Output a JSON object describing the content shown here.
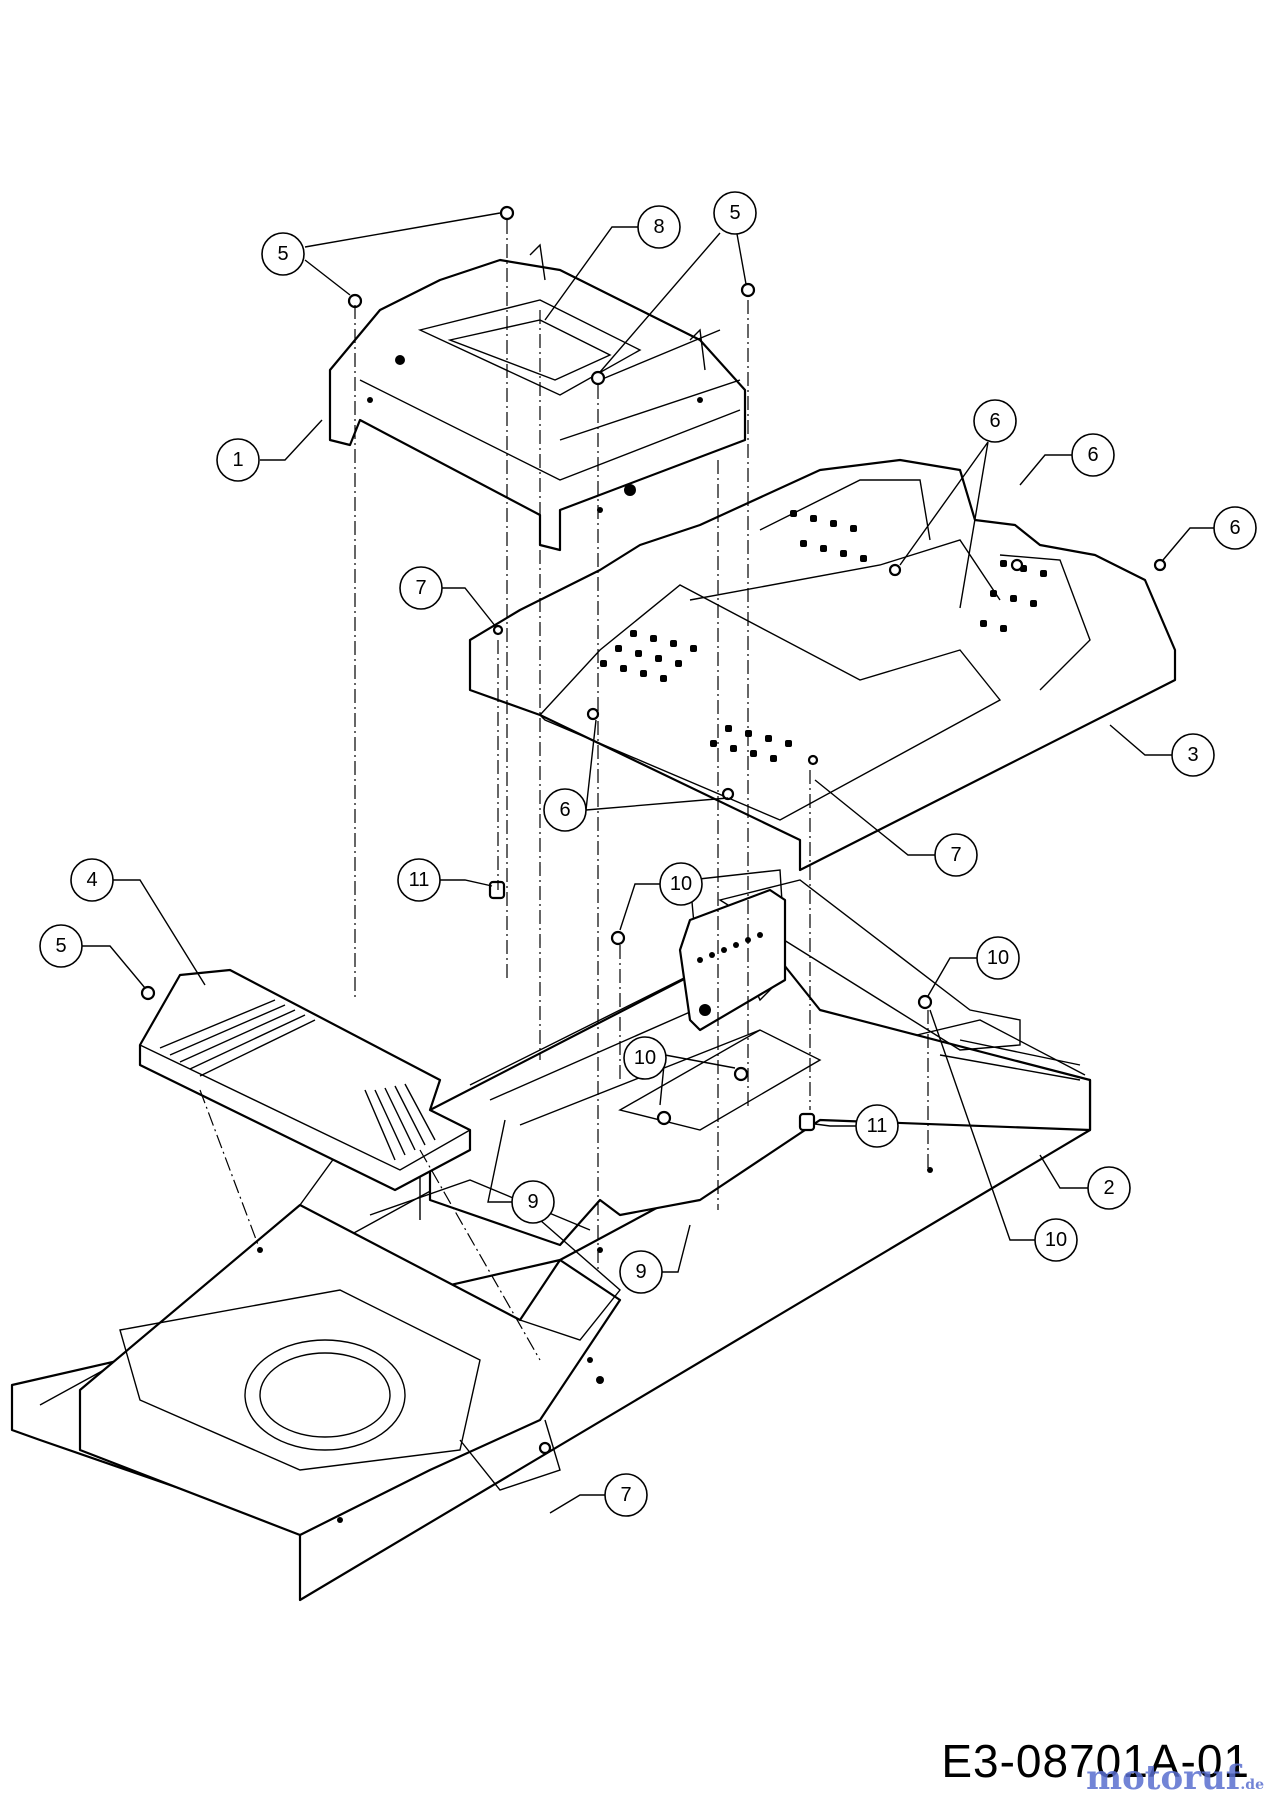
{
  "diagram_code": "E3-08701A-01",
  "watermark": {
    "text": "motoruf",
    "suffix": ".de"
  },
  "callouts": [
    {
      "id": "c5a",
      "label": "5"
    },
    {
      "id": "c8",
      "label": "8"
    },
    {
      "id": "c5b",
      "label": "5"
    },
    {
      "id": "c1",
      "label": "1"
    },
    {
      "id": "c6a",
      "label": "6"
    },
    {
      "id": "c6b",
      "label": "6"
    },
    {
      "id": "c6c",
      "label": "6"
    },
    {
      "id": "c7a",
      "label": "7"
    },
    {
      "id": "c3",
      "label": "3"
    },
    {
      "id": "c6d",
      "label": "6"
    },
    {
      "id": "c7b",
      "label": "7"
    },
    {
      "id": "c4",
      "label": "4"
    },
    {
      "id": "c11a",
      "label": "11"
    },
    {
      "id": "c10a",
      "label": "10"
    },
    {
      "id": "c5c",
      "label": "5"
    },
    {
      "id": "c10b",
      "label": "10"
    },
    {
      "id": "c10c",
      "label": "10"
    },
    {
      "id": "c11b",
      "label": "11"
    },
    {
      "id": "c2",
      "label": "2"
    },
    {
      "id": "c9a",
      "label": "9"
    },
    {
      "id": "c10d",
      "label": "10"
    },
    {
      "id": "c9b",
      "label": "9"
    },
    {
      "id": "c7c",
      "label": "7"
    }
  ]
}
